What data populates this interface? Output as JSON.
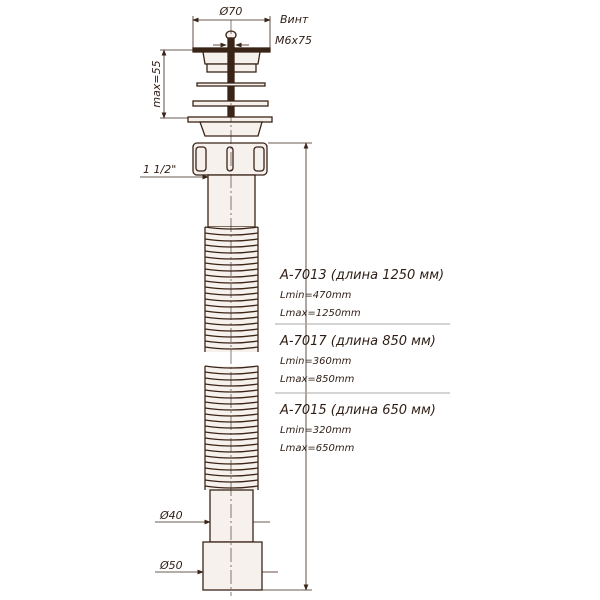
{
  "labels": {
    "diameter_top": "Ø70",
    "screw_label": "Винт",
    "screw_size": "М6х75",
    "max_height": "max=55",
    "thread": "1 1/2\"",
    "diameter_40": "Ø40",
    "diameter_50": "Ø50"
  },
  "models": [
    {
      "title": "A-7013 (длина 1250 мм)",
      "lmin": "Lmin=470mm",
      "lmax": "Lmax=1250mm"
    },
    {
      "title": "A-7017 (длина 850 мм)",
      "lmin": "Lmin=360mm",
      "lmax": "Lmax=850mm"
    },
    {
      "title": "A-7015 (длина 650 мм)",
      "lmin": "Lmin=320mm",
      "lmax": "Lmax=650mm"
    }
  ],
  "colors": {
    "line": "#3a2418",
    "fill": "#f6f1ec"
  }
}
